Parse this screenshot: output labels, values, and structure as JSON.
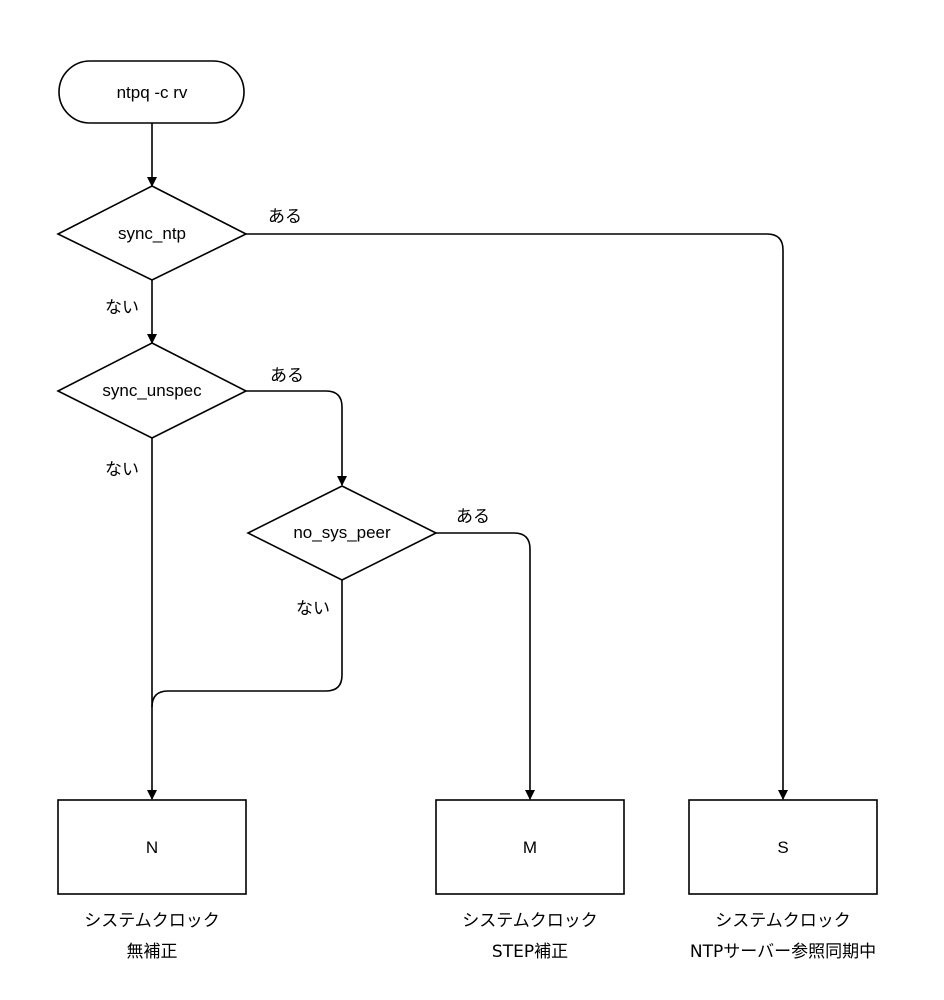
{
  "start": {
    "label": "ntpq -c rv"
  },
  "decisions": {
    "sync_ntp": {
      "label": "sync_ntp",
      "yes": "ある",
      "no": "ない"
    },
    "sync_unspec": {
      "label": "sync_unspec",
      "yes": "ある",
      "no": "ない"
    },
    "no_sys_peer": {
      "label": "no_sys_peer",
      "yes": "ある",
      "no": "ない"
    }
  },
  "results": {
    "n": {
      "label": "N",
      "caption_line1": "システムクロック",
      "caption_line2": "無補正"
    },
    "m": {
      "label": "M",
      "caption_line1": "システムクロック",
      "caption_line2": "STEP補正"
    },
    "s": {
      "label": "S",
      "caption_line1": "システムクロック",
      "caption_line2": "NTPサーバー参照同期中"
    }
  },
  "colors": {
    "stroke": "#000000",
    "fill": "#ffffff",
    "text": "#000000"
  }
}
